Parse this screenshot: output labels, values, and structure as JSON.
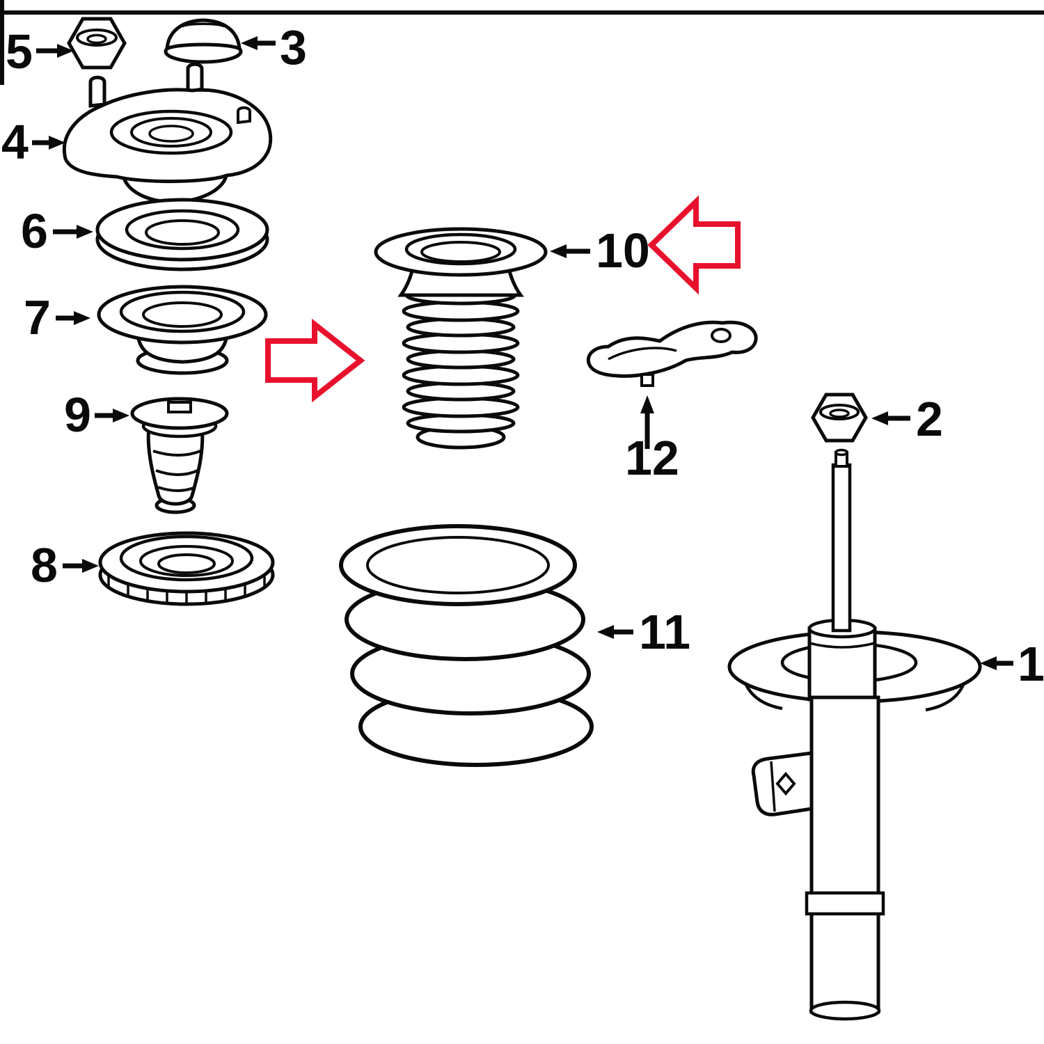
{
  "diagram": {
    "subject": "front-strut-suspension-exploded-parts-diagram",
    "background": "#ffffff",
    "line_color": "#000000",
    "highlight_color": "#e8112d",
    "callouts": [
      {
        "label": "1",
        "part": "strut-shock-absorber"
      },
      {
        "label": "2",
        "part": "hex-flange-nut"
      },
      {
        "label": "3",
        "part": "mount-cap"
      },
      {
        "label": "4",
        "part": "upper-strut-mount"
      },
      {
        "label": "5",
        "part": "hex-flange-nut"
      },
      {
        "label": "6",
        "part": "mount-bearing"
      },
      {
        "label": "7",
        "part": "upper-spring-seat"
      },
      {
        "label": "8",
        "part": "spring-seat-plate"
      },
      {
        "label": "9",
        "part": "bump-stop"
      },
      {
        "label": "10",
        "part": "dust-boot"
      },
      {
        "label": "11",
        "part": "coil-spring"
      },
      {
        "label": "12",
        "part": "mount-bracket"
      }
    ],
    "highlights": [
      {
        "name": "red-block-arrow-pointing-right",
        "points_to": "10"
      },
      {
        "name": "red-block-arrow-pointing-left",
        "points_to": "10"
      }
    ]
  }
}
